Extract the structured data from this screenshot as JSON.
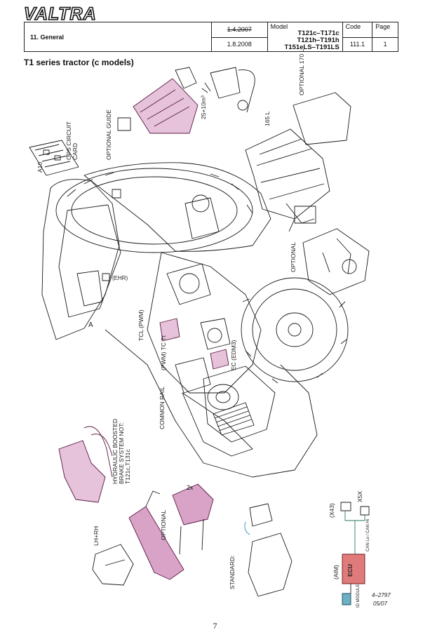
{
  "header": {
    "logo_text": "VALTRA",
    "section_title": "11. General",
    "date_old": "1.4.2007",
    "date_new": "1.8.2008",
    "model_label": "Model",
    "models": [
      "T121c–T171c",
      "T121h–T191h",
      "T151eLS–T191LS"
    ],
    "code_label": "Code",
    "code_value": "111.1",
    "page_label": "Page",
    "page_value": "1"
  },
  "subtitle": "T1 series tractor (c models)",
  "diagram_labels": {
    "a10": "A10",
    "ops_circuit_card": "OPS CIRCUIT CARD",
    "optional_guide": "OPTIONAL GUIDE",
    "optional_170l": "OPTIONAL 170 L",
    "l165": "165 L",
    "filter_size": "25+10m³",
    "optional_mid": "OPTIONAL",
    "ehr": "(EHR)",
    "a": "A",
    "tcl_pwm": "TCL (PWM)",
    "pwm_tc": "(PWM) TC Tt",
    "ec_edm3": "EC (EDM3)",
    "common_rail": "COMMON RAIL",
    "hydraulic_brake": "HYDRAULIC BOOSTED BRAKE SYSTEM NOT: T121c,T131c",
    "lh_rh": "LH+RH",
    "optional_lower": "OPTIONAL",
    "two_x": "2x",
    "standard": "STANDARD:",
    "x43": "(X43)",
    "x5x": "X5X",
    "aim": "(AIM)",
    "ecu": "ECU",
    "can": "CAN Lo / CAN Hi",
    "id_module": "ID MODULE",
    "drawing_ref": "4–2797",
    "drawing_date": "05/07"
  },
  "page_number": "7",
  "colors": {
    "highlight_pink": "#d9a3c8",
    "highlight_red": "#e07b7b",
    "line": "#1a1a1a",
    "id_module": "#6bb0c4"
  }
}
